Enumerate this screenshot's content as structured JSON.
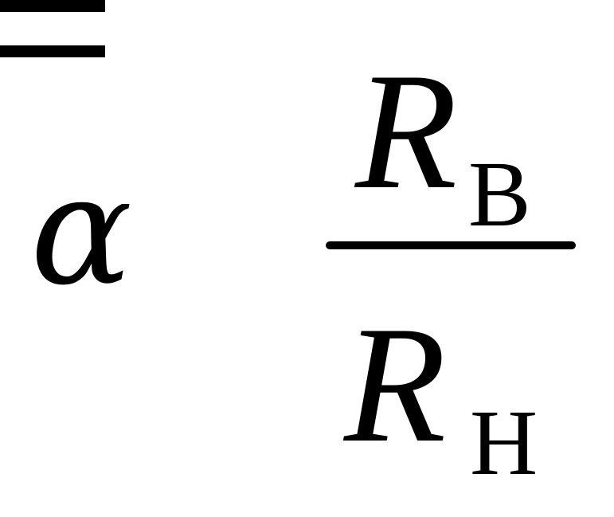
{
  "formula": {
    "lhs": "α",
    "operator": "=",
    "numerator": {
      "symbol": "R",
      "subscript": "В"
    },
    "denominator": {
      "symbol": "R",
      "subscript": "Н"
    }
  }
}
